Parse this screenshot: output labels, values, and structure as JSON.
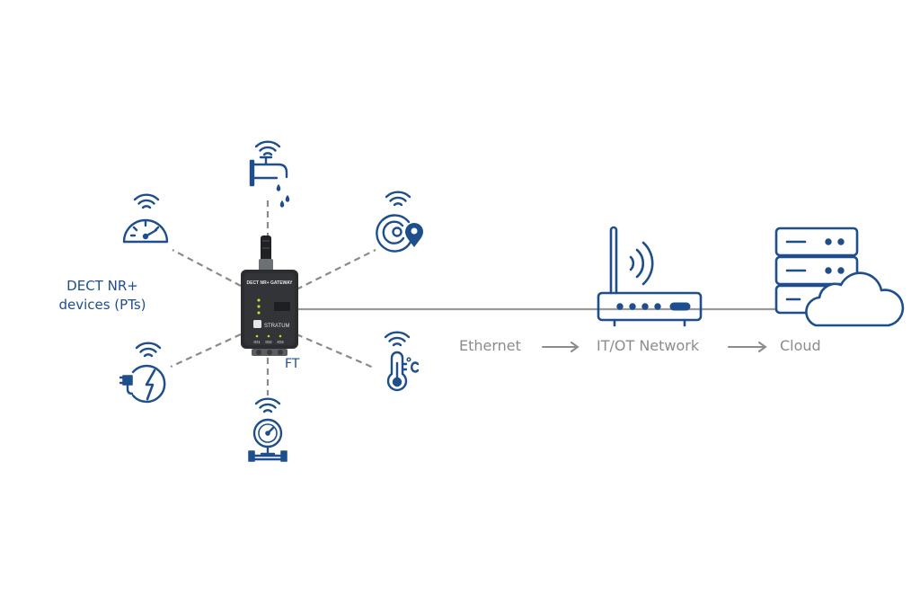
{
  "labels": {
    "pt_devices": "DECT NR+ devices (PTs)",
    "ft": "FT",
    "ethernet": "Ethernet",
    "network": "IT/OT Network",
    "cloud": "Cloud"
  },
  "gateway": {
    "title": "DECT NR+ GATEWAY",
    "brand": "STRATUM",
    "port_labels": [
      "IO1",
      "IO2",
      "IO3"
    ]
  },
  "colors": {
    "icon_blue": "#1e4f8c",
    "dash_gray": "#8a8a8a",
    "line_gray": "#9a9a9a",
    "text_gray": "#8c8c8c",
    "device_body": "#2b2d30"
  },
  "icons": [
    "water-tap-icon",
    "speedometer-icon",
    "location-tracker-icon",
    "thermometer-icon",
    "ev-charging-icon",
    "pressure-gauge-icon",
    "wifi-router-icon",
    "server-cloud-icon"
  ]
}
